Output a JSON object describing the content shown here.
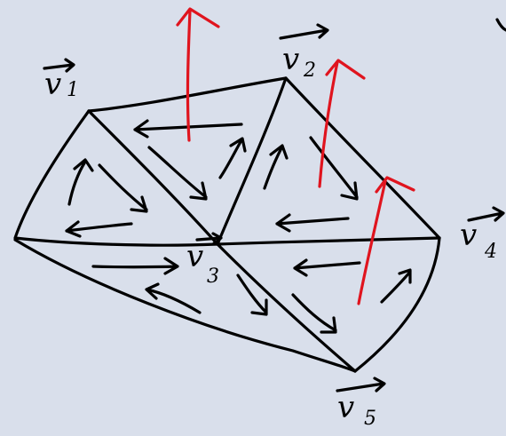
{
  "background_color": "#d9dfeb",
  "ink_color": "#000000",
  "normal_color": "#e0141e",
  "vertices": [
    {
      "id": "v1",
      "letter": "v",
      "index": "1"
    },
    {
      "id": "v2",
      "letter": "v",
      "index": "2"
    },
    {
      "id": "v3",
      "letter": "v",
      "index": "3"
    },
    {
      "id": "v4",
      "letter": "v",
      "index": "4"
    },
    {
      "id": "v5",
      "letter": "v",
      "index": "5"
    }
  ]
}
